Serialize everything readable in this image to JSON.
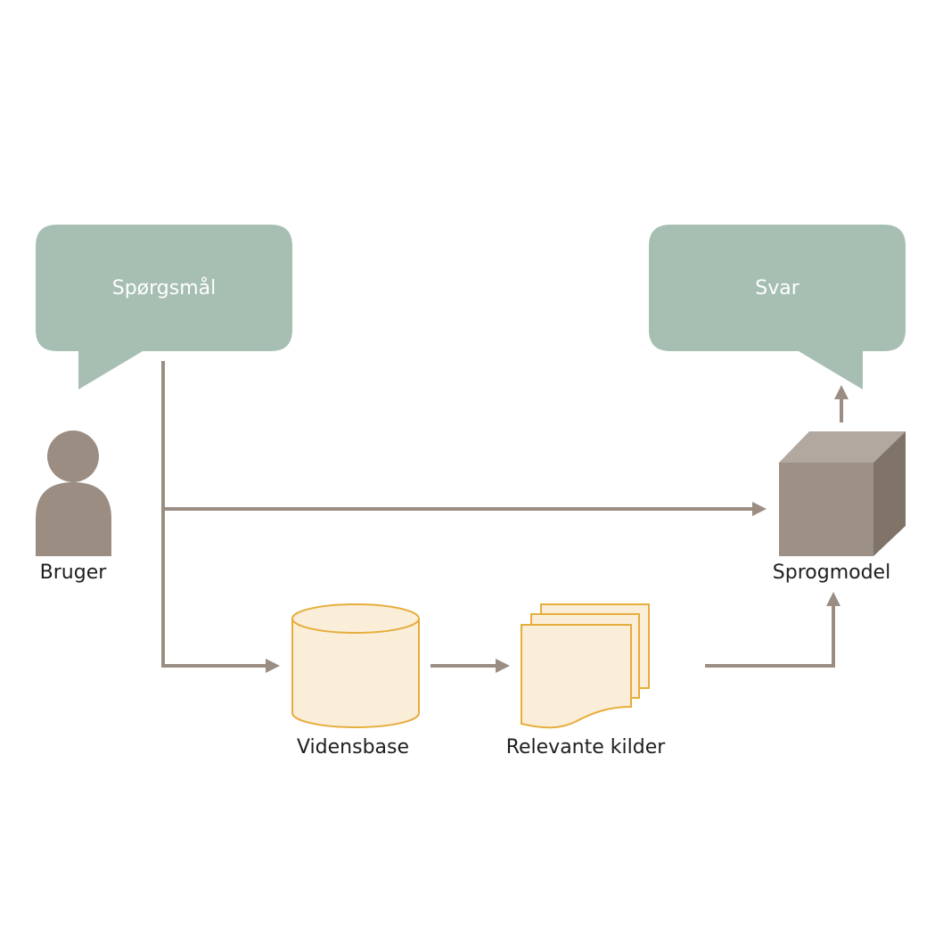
{
  "nodes": {
    "question": {
      "label": "Spørgsmål"
    },
    "answer": {
      "label": "Svar"
    },
    "user": {
      "label": "Bruger"
    },
    "language_model": {
      "label": "Sprogmodel"
    },
    "knowledge_base": {
      "label": "Vidensbase"
    },
    "relevant_sources": {
      "label": "Relevante kilder"
    }
  },
  "colors": {
    "bubble": "#a6bfb2",
    "person": "#9b8d82",
    "connector": "#9b8d82",
    "cube_front": "#9c9087",
    "cube_top": "#b3a89f",
    "cube_side": "#807469",
    "doc_fill": "#fbeed9",
    "doc_stroke": "#e6ad3c"
  }
}
